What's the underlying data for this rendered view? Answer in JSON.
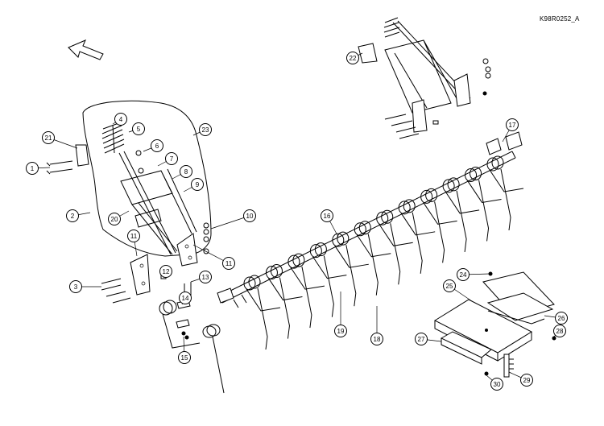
{
  "reference_code": "K98R0252_A",
  "callouts": [
    {
      "label": "1"
    },
    {
      "label": "2"
    },
    {
      "label": "3"
    },
    {
      "label": "4"
    },
    {
      "label": "5"
    },
    {
      "label": "6"
    },
    {
      "label": "7"
    },
    {
      "label": "8"
    },
    {
      "label": "9"
    },
    {
      "label": "10"
    },
    {
      "label": "11"
    },
    {
      "label": "11"
    },
    {
      "label": "12"
    },
    {
      "label": "13"
    },
    {
      "label": "14"
    },
    {
      "label": "15"
    },
    {
      "label": "16"
    },
    {
      "label": "17"
    },
    {
      "label": "18"
    },
    {
      "label": "19"
    },
    {
      "label": "20"
    },
    {
      "label": "21"
    },
    {
      "label": "22"
    },
    {
      "label": "23"
    },
    {
      "label": "24"
    },
    {
      "label": "25"
    },
    {
      "label": "26"
    },
    {
      "label": "27"
    },
    {
      "label": "28"
    },
    {
      "label": "29"
    },
    {
      "label": "30"
    }
  ]
}
